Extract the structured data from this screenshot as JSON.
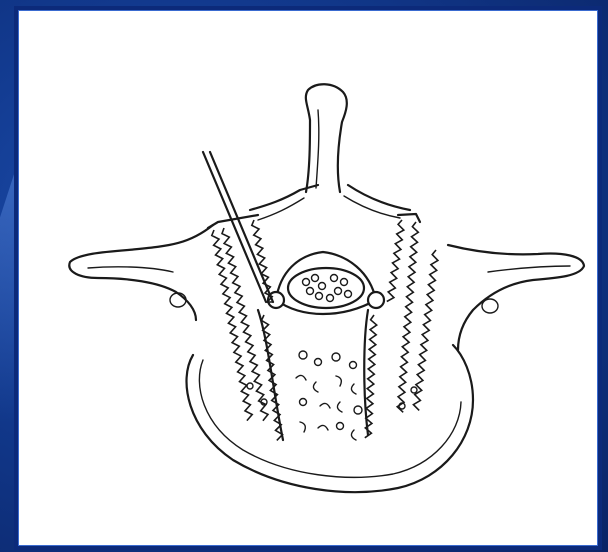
{
  "slide": {
    "background_color": "#123a8f",
    "frame_color": "#0c2a7a",
    "figure_background": "#ffffff",
    "ink_color": "#1a1a1a"
  },
  "figure": {
    "drawing_style": "line-art",
    "parts": [
      "spinous-process",
      "left-transverse-process",
      "right-transverse-process",
      "vertebral-body",
      "spinal-canal",
      "spinal-cord",
      "left-osteotomy-cut",
      "right-osteotomy-cut",
      "surgical-instrument"
    ]
  }
}
